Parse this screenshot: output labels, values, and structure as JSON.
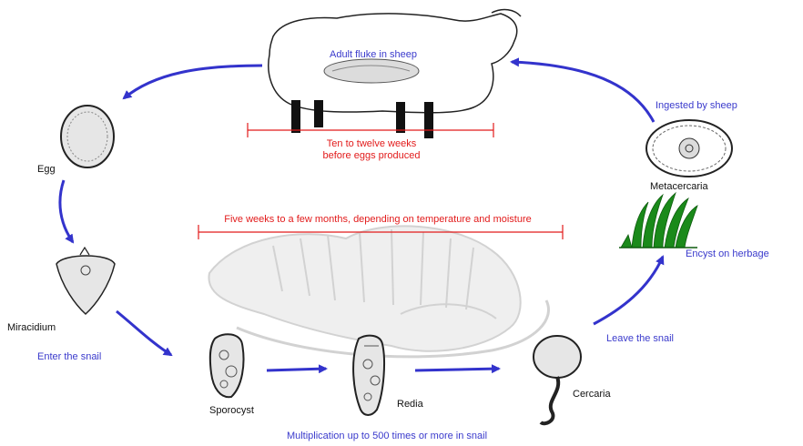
{
  "colors": {
    "step_label": "#3a3acc",
    "duration": "#e21b1b",
    "arrow": "#3333cc",
    "grass": "#1a8a1a"
  },
  "stages": {
    "adult": "Adult fluke in sheep",
    "egg": "Egg",
    "miracidium": "Miracidium",
    "sporocyst": "Sporocyst",
    "redia": "Redia",
    "cercaria": "Cercaria",
    "metacercaria": "Metacercaria"
  },
  "transitions": {
    "enter_snail": "Enter the snail",
    "leave_snail": "Leave the snail",
    "encyst": "Encyst on herbage",
    "ingested": "Ingested by sheep",
    "multiplication": "Multiplication up to 500 times or more in snail"
  },
  "durations": {
    "sheep_line1": "Ten to twelve weeks",
    "sheep_line2": "before eggs produced",
    "snail": "Five weeks to a few months, depending on temperature and moisture"
  },
  "icons": [
    "sheep-icon",
    "snail-icon",
    "egg-icon",
    "miracidium-icon",
    "sporocyst-icon",
    "redia-icon",
    "cercaria-icon",
    "metacercaria-icon",
    "grass-icon"
  ]
}
